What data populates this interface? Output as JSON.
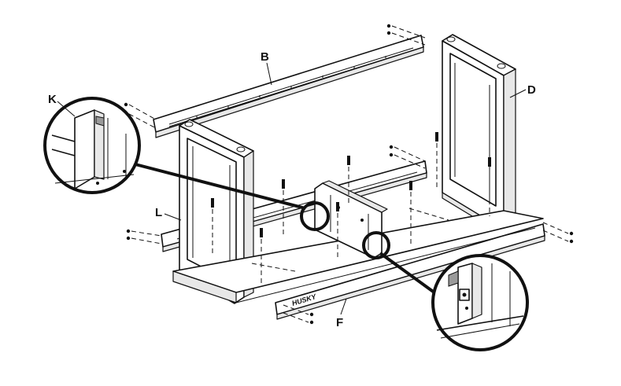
{
  "labels": {
    "B": "B",
    "D": "D",
    "K": "K",
    "L": "L",
    "F": "F"
  },
  "brand_text": "HUSKY"
}
